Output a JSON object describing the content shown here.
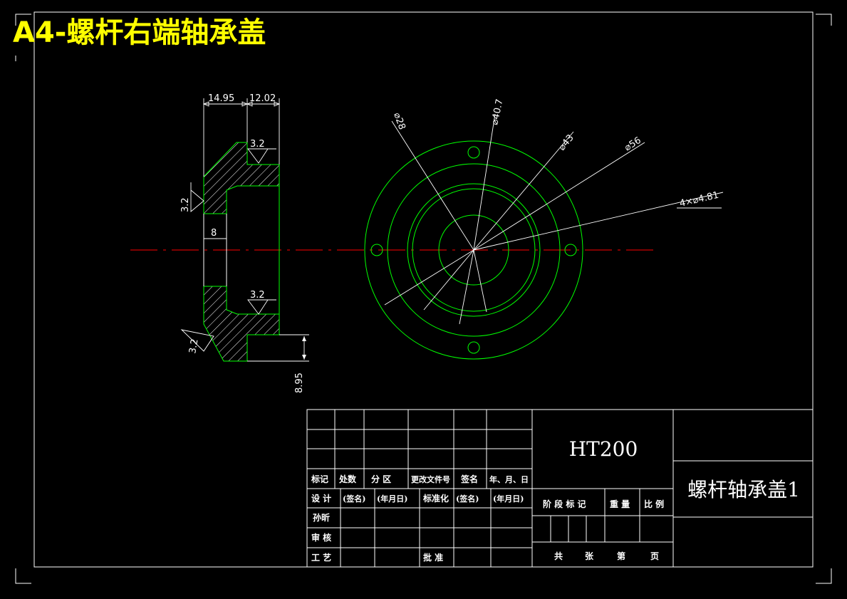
{
  "drawing": {
    "title": "A4-螺杆右端轴承盖"
  },
  "section_view": {
    "dims": {
      "top_left": "14.95",
      "top_right": "12.02",
      "inner": "8",
      "bottom": "8.95"
    },
    "roughness": {
      "top": "3.2",
      "left": "3.2",
      "lower": "3.2",
      "bottom_left": "3.2"
    }
  },
  "front_view": {
    "dims": {
      "d1": "⌀28",
      "d2": "⌀40.7",
      "d3": "⌀43",
      "d4": "⌀56",
      "holes": "4×⌀4.81"
    }
  },
  "title_block": {
    "material": "HT200",
    "part_name": "螺杆轴承盖1",
    "row_labels": {
      "mark": "标记",
      "count": "处数",
      "zone": "分  区",
      "doc_no": "更改文件号",
      "sign": "签名",
      "date": "年、月、日"
    },
    "design_row": {
      "design": "设  计",
      "sign1": "(签名)",
      "date1": "(年月日)",
      "standard": "标准化",
      "sign2": "(签名)",
      "date2": "(年月日)"
    },
    "people": {
      "drawer": "孙昕",
      "review": "审  核",
      "process": "工  艺",
      "approve": "批  准"
    },
    "stage_row": {
      "stage": "阶 段 标 记",
      "weight": "重  量",
      "scale": "比  例"
    },
    "sheet_row": {
      "total": "共",
      "sheets": "张",
      "nth": "第",
      "page": "页"
    }
  }
}
